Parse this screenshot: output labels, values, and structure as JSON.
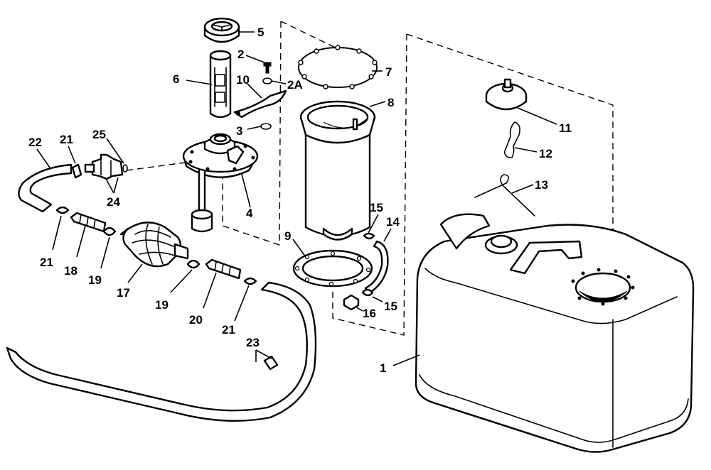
{
  "callouts": {
    "c1": "1",
    "c2": "2",
    "c2a": "2A",
    "c3": "3",
    "c4": "4",
    "c5": "5",
    "c6": "6",
    "c7": "7",
    "c8": "8",
    "c9": "9",
    "c10": "10",
    "c11": "11",
    "c12": "12",
    "c13": "13",
    "c14": "14",
    "c15a": "15",
    "c15b": "15",
    "c16": "16",
    "c17": "17",
    "c18": "18",
    "c19a": "19",
    "c19b": "19",
    "c20": "20",
    "c21a": "21",
    "c21b": "21",
    "c21c": "21",
    "c22": "22",
    "c23": "23",
    "c24": "24",
    "c25": "25"
  },
  "colors": {
    "line": "#000000",
    "paper": "#ffffff"
  }
}
